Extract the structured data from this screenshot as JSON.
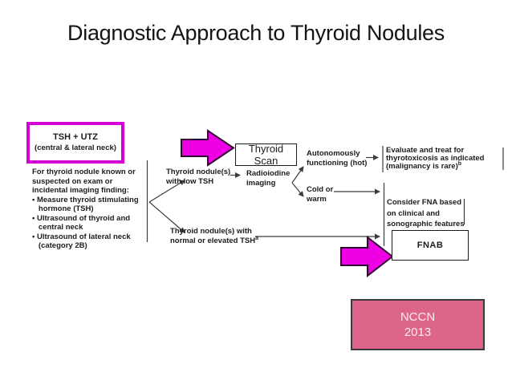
{
  "slide": {
    "title": "Diagnostic Approach to Thyroid Nodules"
  },
  "colors": {
    "highlight_magenta": "#ee00e4",
    "tsh_box_border_magenta": "#d400d4",
    "nccn_pink": "#dd6589",
    "line_gray": "#3c3c3c",
    "text_black": "#1c1c1c"
  },
  "flowchart": {
    "tsh_box": {
      "line1": "TSH + UTZ",
      "line2": "(central & lateral neck)"
    },
    "intro": "For thyroid nodule known or\nsuspected on exam or\nincidental imaging finding:\n• Measure thyroid stimulating\n   hormone (TSH)\n• Ultrasound of thyroid and\n   central neck\n• Ultrasound of lateral neck\n   (category 2B)",
    "low_tsh": "Thyroid nodule(s)\nwith low TSH",
    "radioiodine": "Radioiodine\nimaging",
    "thyroid_scan": "Thyroid Scan",
    "autonomous": "Autonomously\nfunctioning (hot)",
    "evaluate_line1": "Evaluate and treat for",
    "evaluate_line2": "thyrotoxicosis as indicated",
    "evaluate_line3": "(malignancy is rare)",
    "evaluate_sup": "b",
    "cold_warm": "Cold or\nwarm",
    "normal_tsh_line1": "Thyroid nodule(s) with",
    "normal_tsh_line2": "normal or elevated TSH",
    "normal_tsh_sup": "a",
    "consider_fna": "Consider FNA based\non clinical and\nsonographic features",
    "fnab": "FNAB"
  },
  "source_badge": {
    "line1": "NCCN",
    "line2": "2013"
  }
}
